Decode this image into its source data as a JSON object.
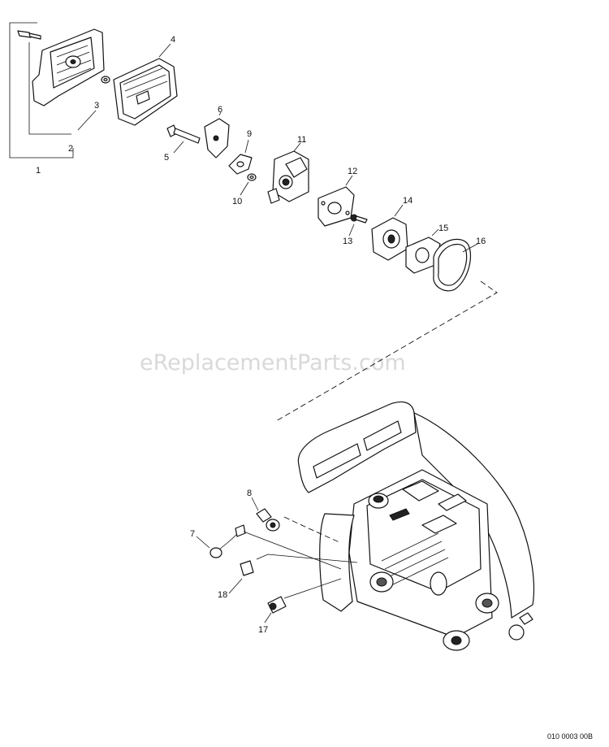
{
  "watermark": "eReplacementParts.com",
  "drawing_code": "010 0003 00B",
  "callouts": [
    "1",
    "2",
    "3",
    "4",
    "5",
    "6",
    "7",
    "8",
    "9",
    "10",
    "11",
    "12",
    "13",
    "14",
    "15",
    "16",
    "17",
    "18"
  ]
}
